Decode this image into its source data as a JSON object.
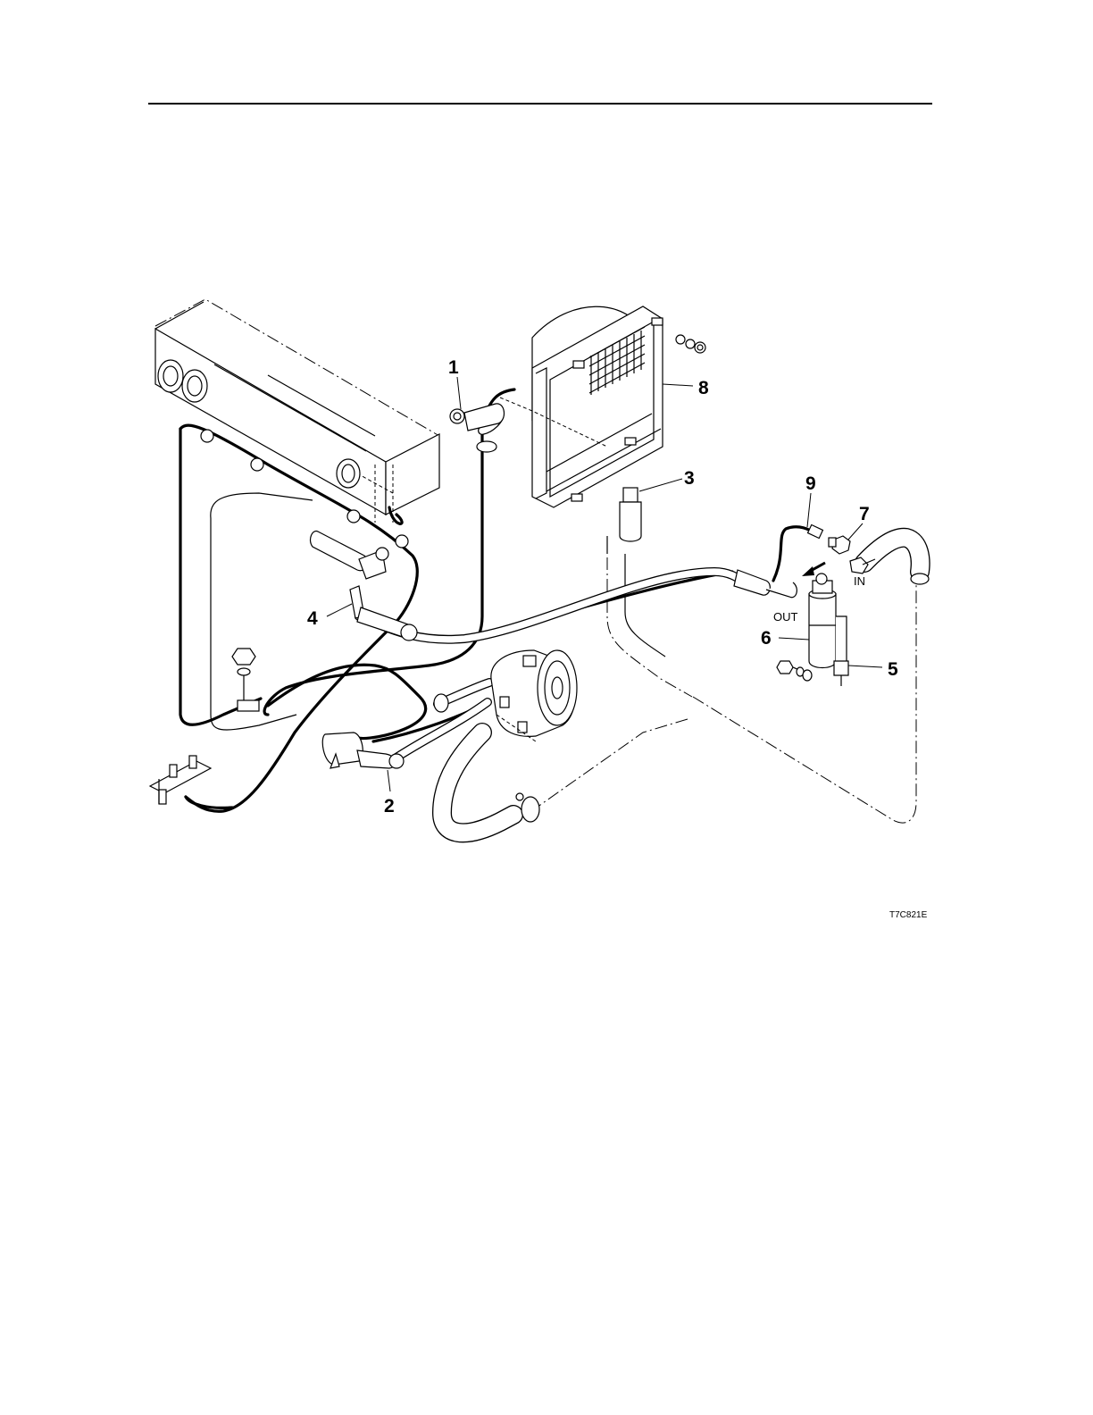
{
  "callouts": {
    "c1": "1",
    "c2": "2",
    "c3": "3",
    "c4": "4",
    "c5": "5",
    "c6": "6",
    "c7": "7",
    "c8": "8",
    "c9": "9"
  },
  "port_labels": {
    "in": "IN",
    "out": "OUT"
  },
  "figure_id": "T7C821E"
}
